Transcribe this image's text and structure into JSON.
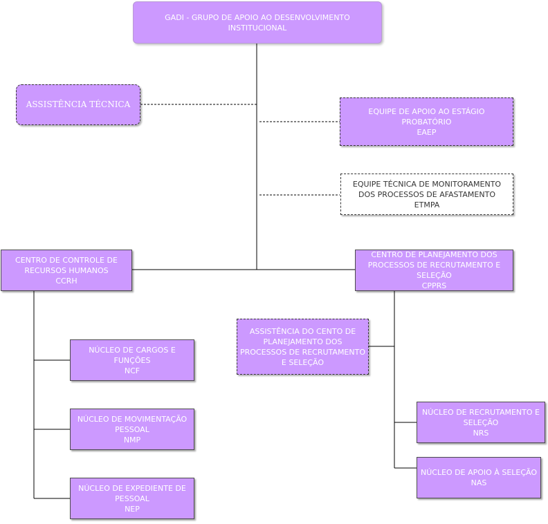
{
  "diagram": {
    "root": "GADI - GRUPO DE APOIO AO DESENVOLVIMENTO\nINSTITUCIONAL",
    "assistencia_tecnica": "ASSISTÊNCIA TÉCNICA",
    "eaep": "EQUIPE DE APOIO AO ESTÁGIO\nPROBATÓRIO\nEAEP",
    "etmpa": "EQUIPE TÉCNICA DE MONITORAMENTO\nDOS PROCESSOS DE AFASTAMENTO\nETMPA",
    "ccrh": "CENTRO DE CONTROLE DE\nRECURSOS HUMANOS\nCCRH",
    "cpprs": "CENTRO DE PLANEJAMENTO DOS\nPROCESSOS DE RECRUTAMENTO E\nSELEÇÃO\nCPPRS",
    "assistencia_cpprs": "ASSISTÊNCIA DO CENTO DE\nPLANEJAMENTO DOS\nPROCESSOS DE RECRUTAMENTO\nE SELEÇÃO",
    "ncf": "NÚCLEO DE CARGOS E\nFUNÇÕES\nNCF",
    "nmp": "NÚCLEO DE MOVIMENTAÇÃO\nPESSOAL\nNMP",
    "nep": "NÚCLEO DE EXPEDIENTE DE\nPESSOAL\nNEP",
    "nrs": "NÚCLEO DE RECRUTAMENTO E\nSELEÇÃO\nNRS",
    "nas": "NÚCLEO DE APOIO À SELEÇÃO\nNAS"
  },
  "colors": {
    "box_fill": "#cc99ff",
    "box_text": "#ffffff",
    "line": "#000000"
  }
}
